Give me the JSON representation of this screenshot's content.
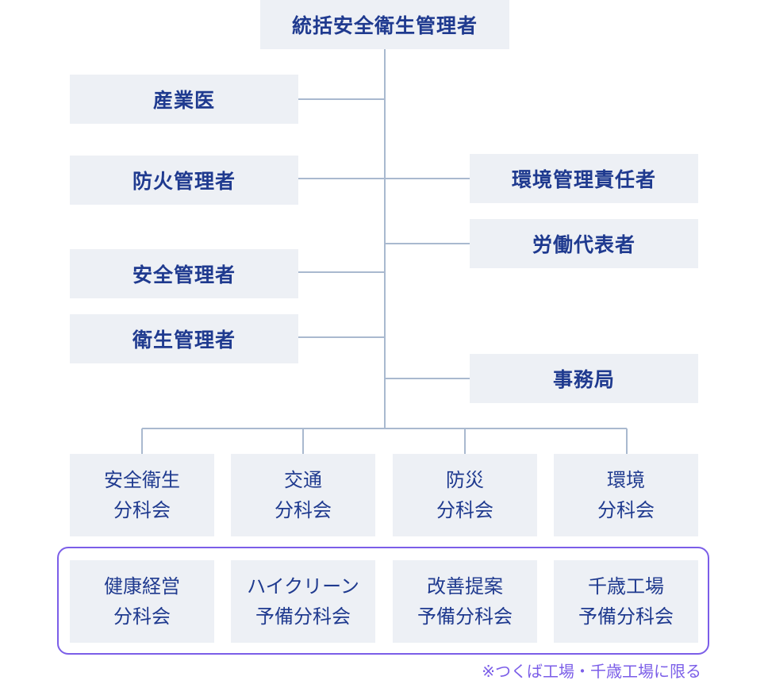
{
  "top": "統括安全衛生管理者",
  "left_roles": [
    "産業医",
    "防火管理者",
    "安全管理者",
    "衛生管理者"
  ],
  "right_roles": [
    "環境管理責任者",
    "労働代表者",
    "事務局"
  ],
  "committees": [
    {
      "line1": "安全衛生",
      "line2": "分科会"
    },
    {
      "line1": "交通",
      "line2": "分科会"
    },
    {
      "line1": "防災",
      "line2": "分科会"
    },
    {
      "line1": "環境",
      "line2": "分科会"
    }
  ],
  "sub_committees": [
    {
      "line1": "健康経営",
      "line2": "分科会"
    },
    {
      "line1": "ハイクリーン",
      "line2": "予備分科会"
    },
    {
      "line1": "改善提案",
      "line2": "予備分科会"
    },
    {
      "line1": "千歳工場",
      "line2": "予備分科会"
    }
  ],
  "note": "※つくば工場・千歳工場に限る",
  "colors": {
    "box": "#edf0f5",
    "text": "#1f3a8f",
    "line": "#a9b9cf",
    "accent": "#7b5ee8"
  }
}
